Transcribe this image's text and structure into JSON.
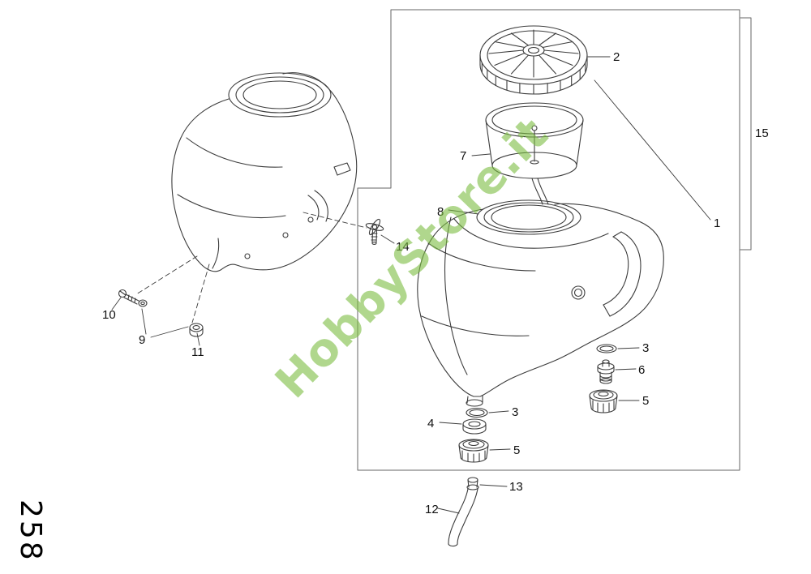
{
  "page": {
    "number": "258"
  },
  "watermark": {
    "text": "HobbyStore.it",
    "color": "#7cbe42"
  },
  "labels": {
    "p1": "1",
    "p2": "2",
    "p3a": "3",
    "p3b": "3",
    "p4": "4",
    "p5a": "5",
    "p5b": "5",
    "p6": "6",
    "p7": "7",
    "p8": "8",
    "p9": "9",
    "p10": "10",
    "p11": "11",
    "p12": "12",
    "p13": "13",
    "p14": "14",
    "p15": "15"
  }
}
